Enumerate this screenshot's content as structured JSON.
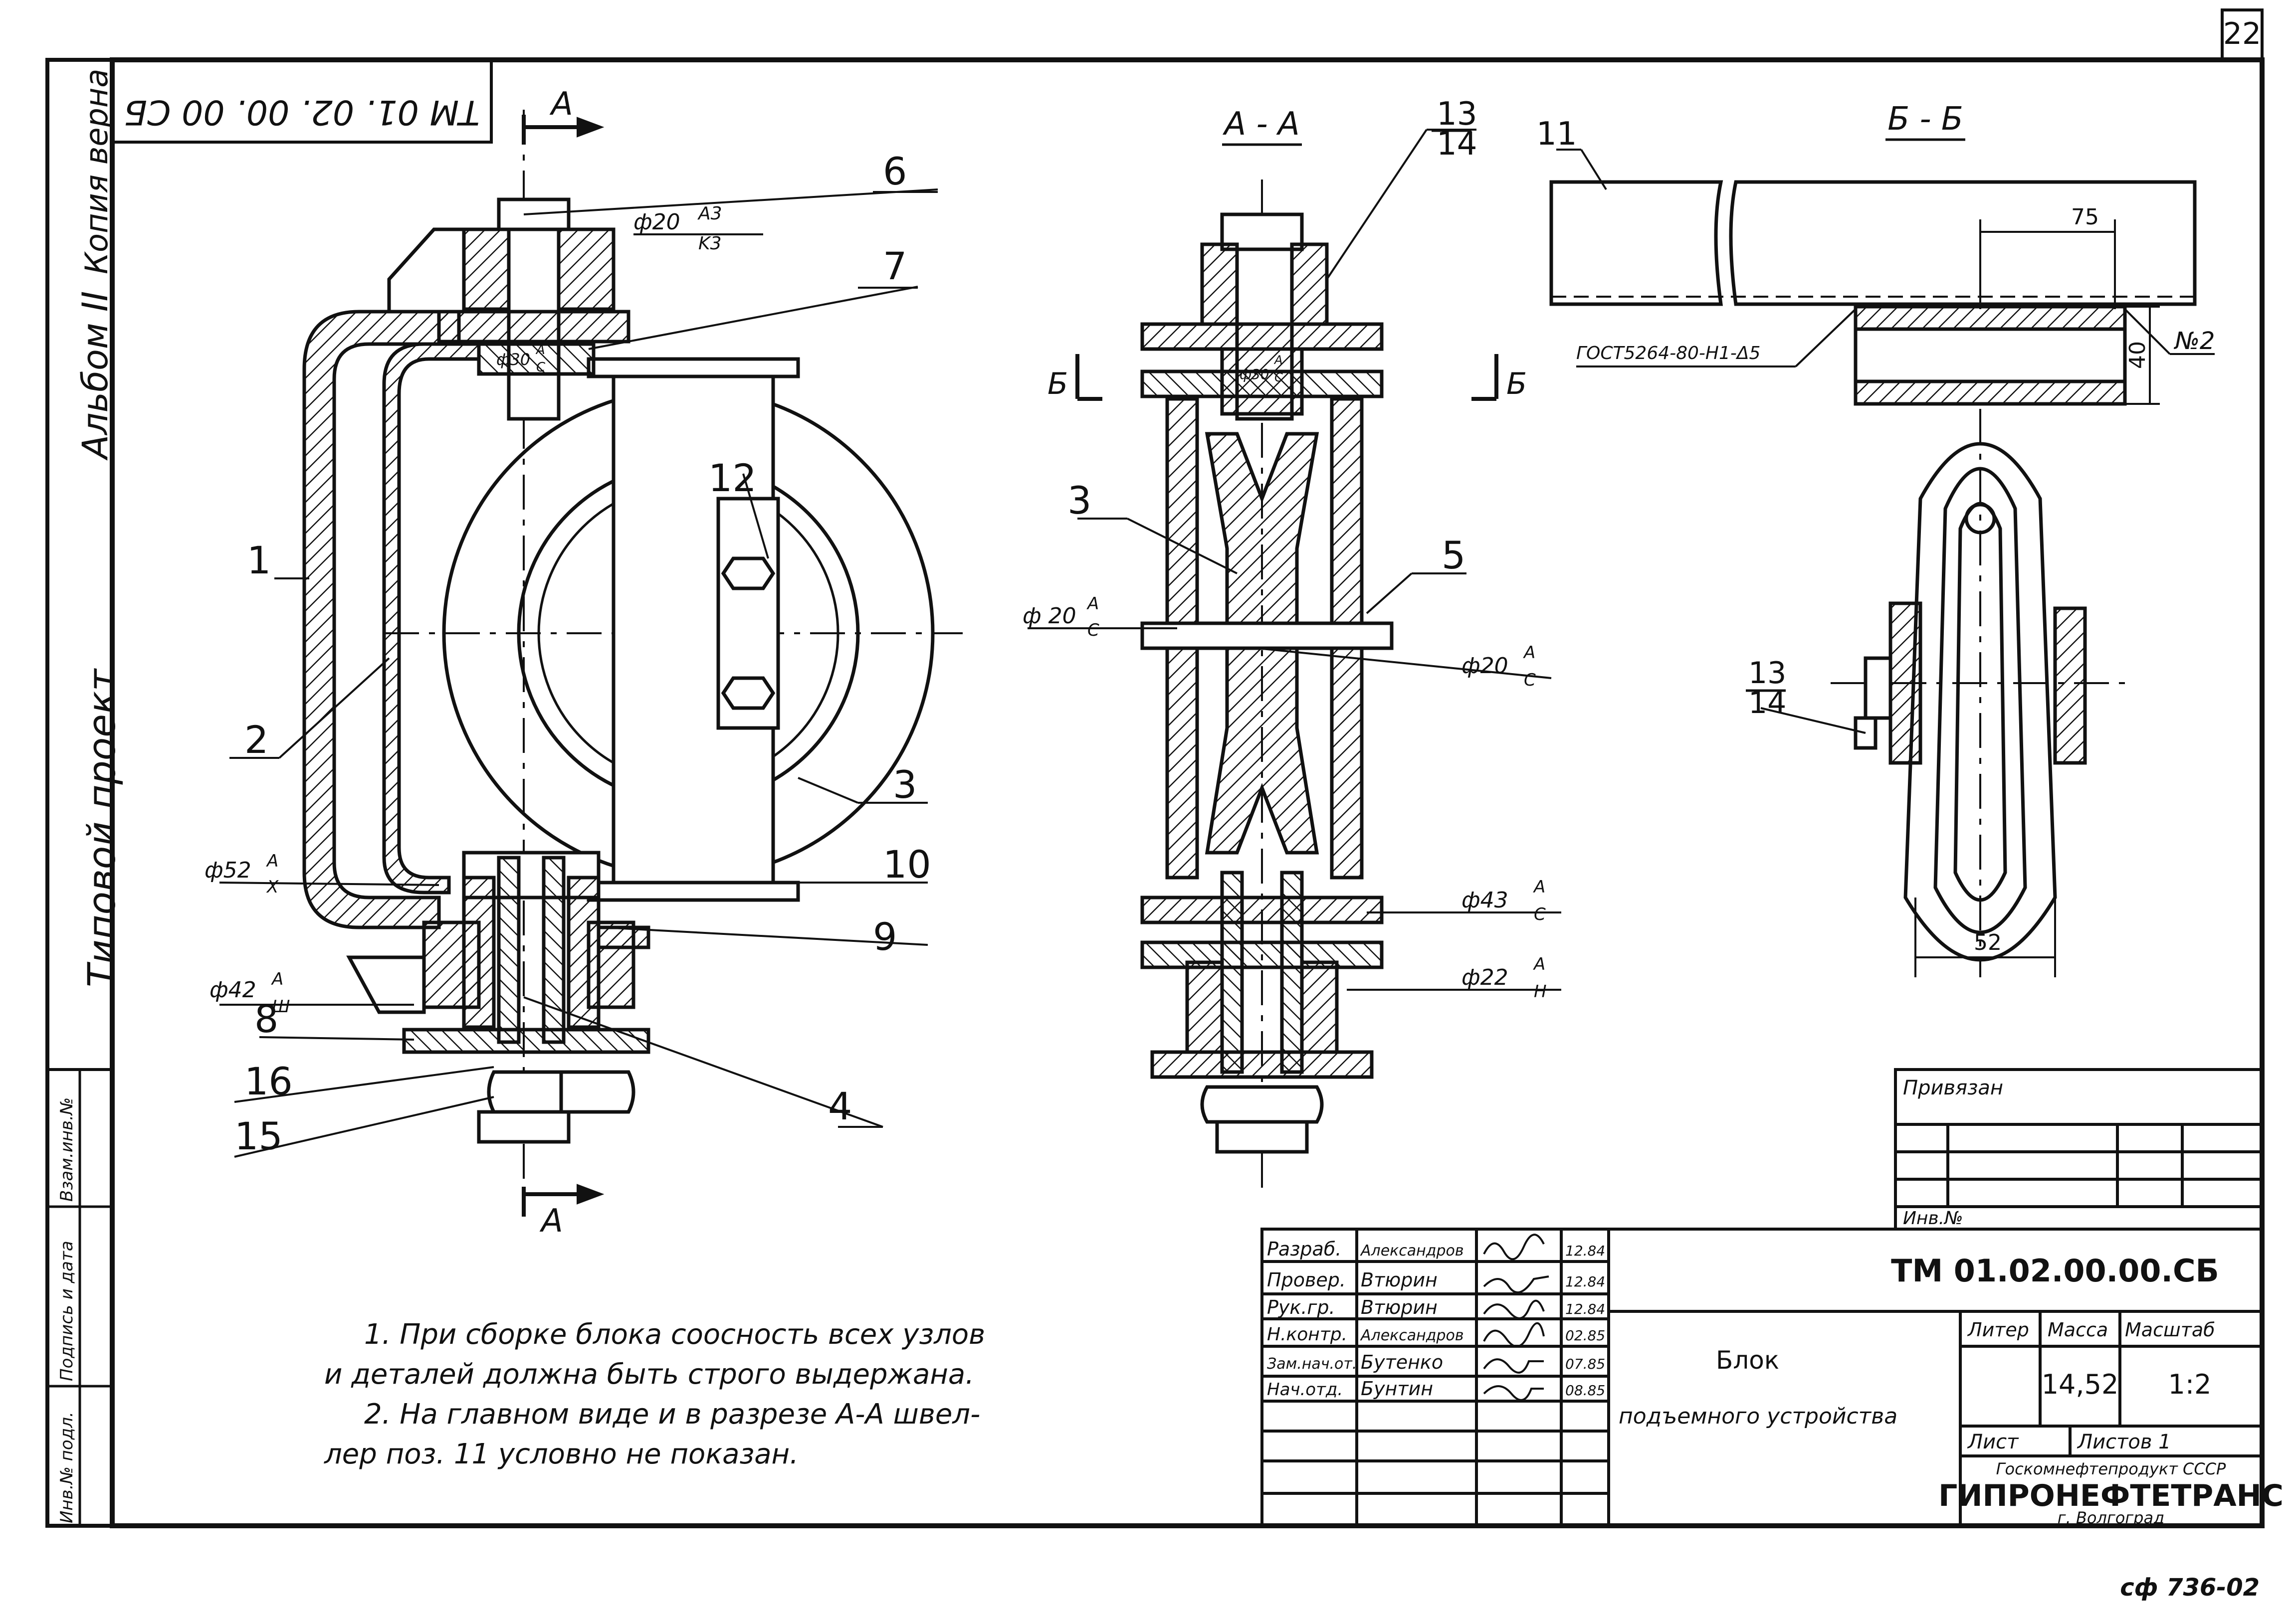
{
  "sheet": {
    "page_number": "22",
    "corner_code": "ТМ 01. 02. 00. 00 СБ",
    "album_label": "Альбом II",
    "copy_label": "Копия верна",
    "project_label": "Типовой проект",
    "footer_code": "сф 736-02"
  },
  "views": {
    "main_section_mark": "А",
    "section_aa_title": "А - А",
    "section_bb_title": "Б - Б",
    "section_b_mark": "Б"
  },
  "callouts": {
    "main": [
      "1",
      "2",
      "3",
      "4",
      "6",
      "7",
      "8",
      "9",
      "10",
      "12",
      "15",
      "16"
    ],
    "section_aa": [
      "3",
      "5"
    ],
    "frac_13_14_top": "13",
    "frac_13_14_bottom": "14",
    "section_bb": [
      "11"
    ]
  },
  "dimensions": {
    "d20_a3k3": {
      "value": "ф20",
      "num": "A3",
      "den": "K3"
    },
    "d30": {
      "value": "ф30",
      "num": "A",
      "den": "C"
    },
    "d52": {
      "value": "ф52",
      "num": "A",
      "den": "X"
    },
    "d42": {
      "value": "ф42",
      "num": "A",
      "den": "Ш"
    },
    "d20_ac_left": {
      "value": "ф 20",
      "num": "A",
      "den": "C"
    },
    "d20_ac_right": {
      "value": "ф20",
      "num": "A",
      "den": "C"
    },
    "d43": {
      "value": "ф43",
      "num": "A",
      "den": "C"
    },
    "d22": {
      "value": "ф22",
      "num": "A",
      "den": "H"
    },
    "d30_aa": {
      "value": "ф30",
      "num": "A",
      "den": "C"
    },
    "len_75": "75",
    "len_40": "40",
    "len_52": "52",
    "weld_gost": "ГОСТ5264-80-Н1-Δ5",
    "weld_num": "№2"
  },
  "notes": [
    "1. При сборке блока соосность всех узлов",
    "и деталей должна быть строго выдержана.",
    "2. На главном виде и в разрезе А-А швел-",
    "лер поз. 11 условно не показан."
  ],
  "side_strip": [
    "Инв.№ подл.",
    "Подпись и дата",
    "Взам.инв.№"
  ],
  "binding_table": {
    "title": "Привязан",
    "inv_label": "Инв.№"
  },
  "title_block": {
    "rows": [
      {
        "role": "Разраб.",
        "name": "Александров",
        "date": "12.84"
      },
      {
        "role": "Провер.",
        "name": "Втюрин",
        "date": "12.84"
      },
      {
        "role": "Рук.гр.",
        "name": "Втюрин",
        "date": "12.84"
      },
      {
        "role": "Н.контр.",
        "name": "Александров",
        "date": "02.85"
      },
      {
        "role": "Зам.нач.от.",
        "name": "Бутенко",
        "date": "07.85"
      },
      {
        "role": "Нач.отд.",
        "name": "Бунтин",
        "date": "08.85"
      }
    ],
    "document_code": "ТМ 01.02.00.00.СБ",
    "name_line1": "Блок",
    "name_line2": "подъемного устройства",
    "litera_label": "Литер",
    "mass_label": "Масса",
    "scale_label": "Масштаб",
    "mass_value": "14,52",
    "scale_value": "1:2",
    "sheet_label": "Лист",
    "sheets_label": "Листов 1",
    "org_line1": "Госкомнефтепродукт СССР",
    "org_name": "ГИПРОНЕФТЕТРАНС",
    "org_city": "г. Волгоград"
  }
}
